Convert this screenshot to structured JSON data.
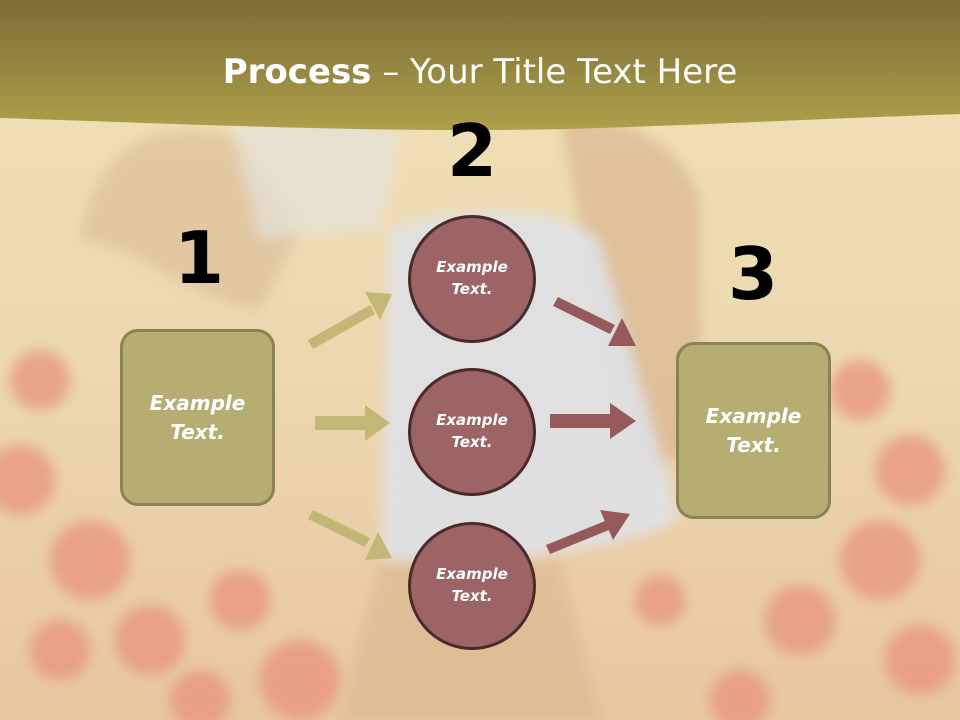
{
  "title": {
    "bold": "Process",
    "rest": " – Your Title Text Here"
  },
  "steps": [
    {
      "number": "1",
      "box_text": "Example\nText."
    },
    {
      "number": "2"
    },
    {
      "number": "3",
      "box_text": "Example\nText."
    }
  ],
  "circles": [
    {
      "text": "Example\nText."
    },
    {
      "text": "Example\nText."
    },
    {
      "text": "Example\nText."
    }
  ],
  "colors": {
    "header": "#a99a45",
    "box": "#b6ad73",
    "circle": "#9c6464",
    "olive_arrow": "#c1b777",
    "red_arrow": "#965a5a"
  }
}
